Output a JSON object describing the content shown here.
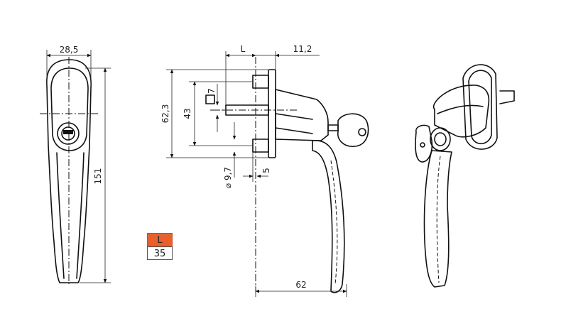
{
  "front_view": {
    "width_dim": "28,5",
    "height_dim": "151"
  },
  "side_view": {
    "offset_dim": "L",
    "projection_dim": "11,2",
    "base_height_dim": "62,3",
    "screw_spacing_dim": "43",
    "square_spindle_dim": "7",
    "bolt_diameter_dim": "⌀ 9,7",
    "bolt_offset_dim": "5",
    "reach_dim": "62"
  },
  "spec_badge": {
    "label": "L",
    "value": "35",
    "accent_color": "#e8602c"
  }
}
